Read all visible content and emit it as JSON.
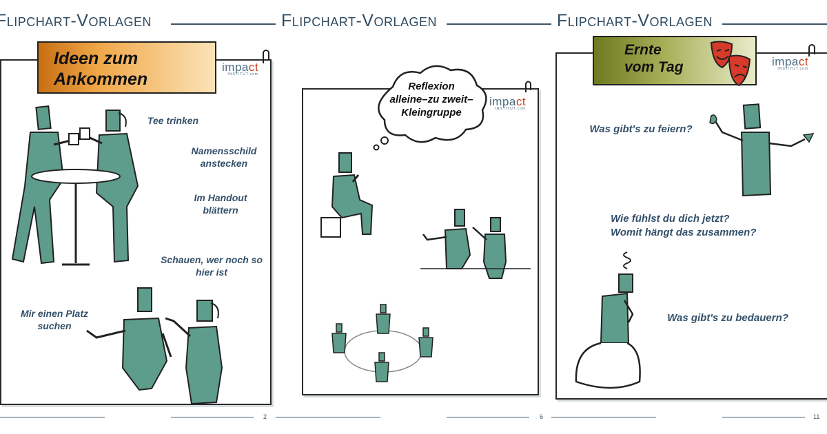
{
  "header_title": "Flipchart-Vorlagen",
  "colors": {
    "figure": "#5e9c8c",
    "text": "#34506a",
    "header": "#2f4a60"
  },
  "panels": [
    {
      "page": "2",
      "banner": {
        "line1": "Ideen zum",
        "line2": "Ankommen"
      },
      "logo": {
        "main": "impa",
        "accent": "ct",
        "sub": "INSTITUT.com"
      },
      "items": [
        "Tee trinken",
        "Namensschild anstecken",
        "Im Handout blättern",
        "Schauen, wer noch so hier ist",
        "Mir einen Platz suchen"
      ]
    },
    {
      "page": "6",
      "cloud": {
        "line1": "Reflexion",
        "line2": "alleine–zu zweit–",
        "line3": "Kleingruppe"
      },
      "logo": {
        "main": "impa",
        "accent": "ct",
        "sub": "INSTITUT.com"
      }
    },
    {
      "page": "11",
      "banner": {
        "line1": "Ernte",
        "line2": "vom Tag"
      },
      "logo": {
        "main": "impa",
        "accent": "ct",
        "sub": "INSTITUT.com"
      },
      "items": [
        "Was gibt's zu feiern?",
        "Wie fühlst du dich jetzt?",
        "Womit hängt das zusammen?",
        "Was gibt's zu bedauern?"
      ]
    }
  ]
}
